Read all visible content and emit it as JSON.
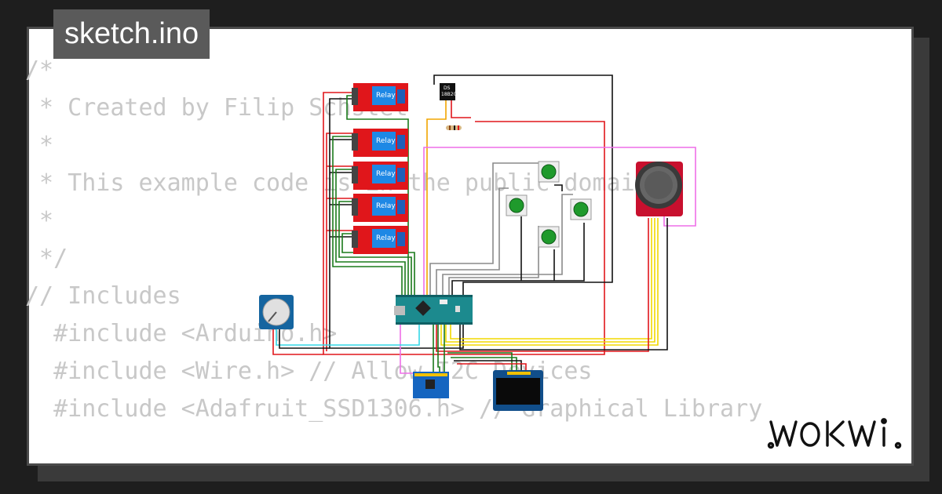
{
  "tab": {
    "filename": "sketch.ino"
  },
  "code_lines": [
    "/*",
    " * Created by Filip Schstet",
    " *",
    " * This example code is in the public domain",
    " *",
    " */",
    "",
    "// Includes",
    "  #include <Arduino.h>",
    "  #include <Wire.h> // Allow I2C Devices",
    "  #include <Adafruit_SSD1306.h> // Graphical Library"
  ],
  "relays": {
    "label": "Relay",
    "count": 5
  },
  "sensor": {
    "label_line1": "DS",
    "label_line2": "18B20"
  },
  "brand": {
    "logo_text": "WOKWI"
  },
  "colors": {
    "wire_red": "#e0161b",
    "wire_black": "#111111",
    "wire_green": "#1a7a1a",
    "wire_yellow": "#f2d800",
    "wire_cyan": "#33d7e6",
    "wire_pink": "#ee6ee8",
    "wire_gray": "#8a8a8a",
    "relay_board": "#e0161b",
    "relay_body": "#1e88e5",
    "arduino": "#1c8a8e",
    "button": "#1f9a2c",
    "joystick_board": "#c8102e",
    "oled_body": "#114e8a",
    "mpu_board": "#1565c0"
  }
}
